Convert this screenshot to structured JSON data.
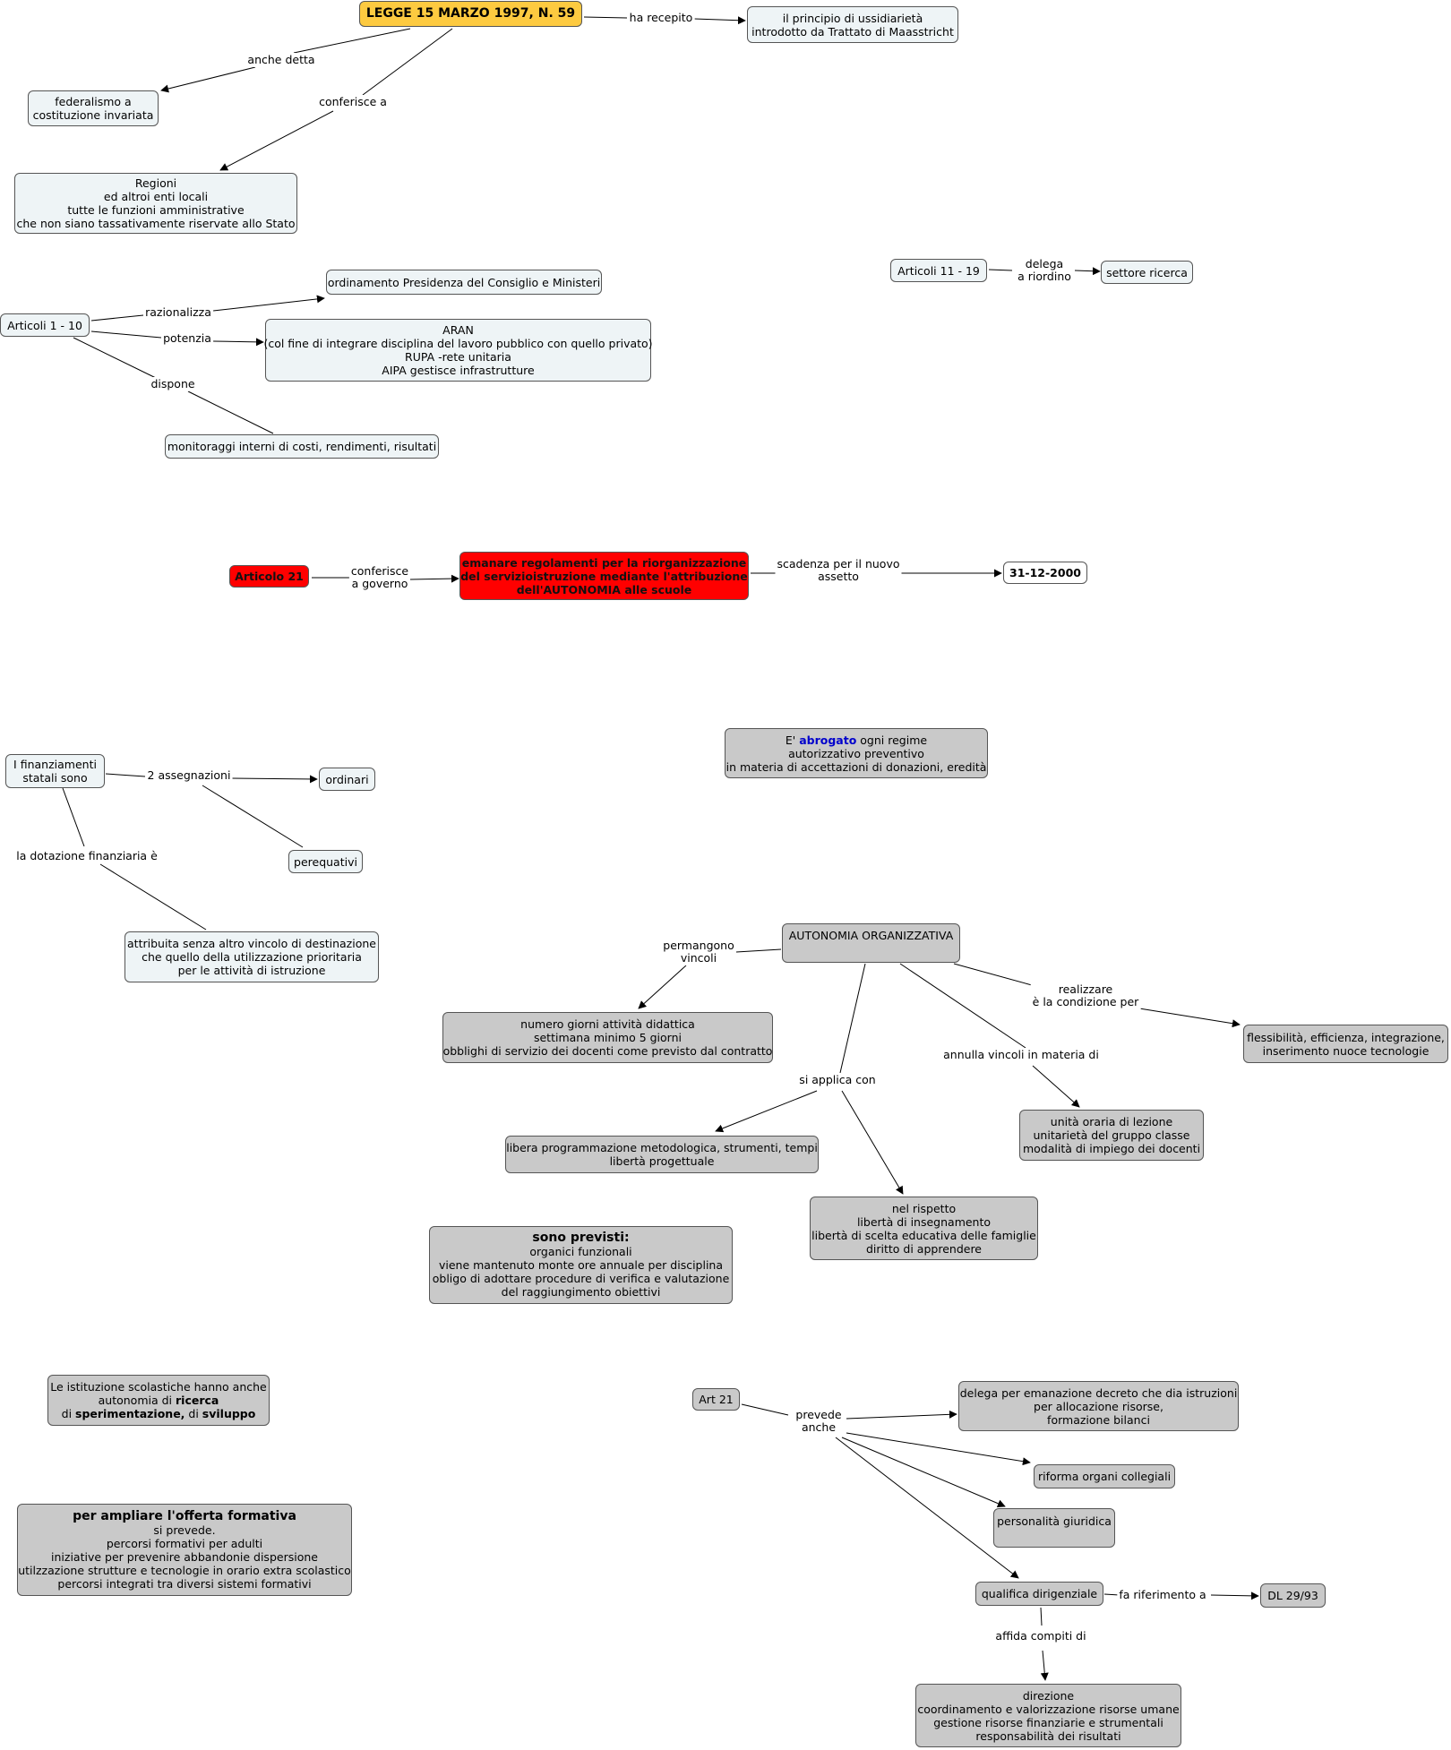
{
  "nodes": {
    "legge": "LEGGE 15 MARZO 1997, N. 59",
    "sussidiarieta": [
      "il principio di ussidiarietà",
      "introdotto da Trattato di Maasstricht"
    ],
    "federalismo": [
      "federalismo a",
      "costituzione invariata"
    ],
    "regioni": [
      "Regioni",
      "ed altroi enti locali",
      "tutte le funzioni amministrative",
      "che non siano tassativamente riservate allo Stato"
    ],
    "articoli_11_19": "Articoli 11 - 19",
    "settore_ricerca": "settore ricerca",
    "ordinamento": "ordinamento Presidenza del Consiglio e Ministeri",
    "articoli_1_10": "Articoli 1 - 10",
    "aran": [
      "ARAN",
      "(col fine di integrare disciplina del lavoro pubblico con quello privato)",
      "RUPA -rete unitaria",
      "AIPA gestisce infrastrutture"
    ],
    "monitoraggi": "monitoraggi interni di costi, rendimenti, risultati",
    "articolo_21": "Articolo 21",
    "emanare": [
      "emanare regolamenti per la riorganizzazione",
      "del servizioistruzione mediante l'attribuzione",
      "dell'AUTONOMIA alle scuole"
    ],
    "data_2000": "31-12-2000",
    "abrogato": {
      "pre": "E' ",
      "word": "abrogato",
      "post": " ogni regime",
      "lines": [
        "autorizzativo preventivo",
        "in materia di accettazioni di donazioni, eredità"
      ]
    },
    "finanziamenti": [
      "I finanziamenti",
      "statali sono"
    ],
    "ordinari": "ordinari",
    "perequativi": "perequativi",
    "attribuita": [
      "attribuita senza altro vincolo di destinazione",
      "che quello della utilizzazione prioritaria",
      "per le attività di istruzione"
    ],
    "autonomia_org": "AUTONOMIA ORGANIZZATIVA",
    "numero_giorni": [
      "numero giorni attività didattica",
      "settimana minimo 5 giorni",
      "obblighi di servizio dei docenti come previsto dal contratto"
    ],
    "flessibilita": [
      "flessibilità, efficienza, integrazione,",
      "inserimento nuoce tecnologie"
    ],
    "unita_oraria": [
      "unità oraria di lezione",
      "unitarietà del gruppo classe",
      "modalità di impiego dei docenti"
    ],
    "libera_prog": [
      "libera programmazione metodologica, strumenti, tempi",
      "libertà progettuale"
    ],
    "nel_rispetto": [
      "nel rispetto",
      "libertà di insegnamento",
      "libertà di scelta educativa delle famiglie",
      "diritto di apprendere"
    ],
    "sono_previsti": {
      "head": "sono previsti:",
      "lines": [
        "organici funzionali",
        "viene mantenuto monte ore annuale per disciplina",
        "obligo di adottare procedure di verifica e valutazione",
        "del raggiungimento obiettivi"
      ]
    },
    "istituzioni": {
      "l1": "Le istituzione scolastiche hanno anche",
      "l2a": "autonomia di ",
      "l2b": "ricerca",
      "l3a": "di ",
      "l3b": "sperimentazione,",
      "l3c": " di ",
      "l3d": "sviluppo"
    },
    "art_21": "Art 21",
    "delega_decreto": [
      "delega per emanazione decreto che dia istruzioni",
      "per allocazione risorse,",
      "formazione bilanci"
    ],
    "riforma": "riforma organi collegiali",
    "personalita": "personalità giuridica",
    "qualifica": "qualifica dirigenziale",
    "dl": "DL 29/93",
    "direzione": [
      "direzione",
      "coordinamento e valorizzazione risorse umane",
      "gestione risorse finanziarie e strumentali",
      "responsabilità dei risultati"
    ],
    "ampliare": {
      "head": "per ampliare l'offerta formativa",
      "lines": [
        "si prevede.",
        "percorsi formativi per adulti",
        "iniziative per prevenire abbandonie dispersione",
        "utilzzazione strutture e tecnologie in orario extra scolastico",
        "percorsi integrati tra diversi sistemi formativi"
      ]
    }
  },
  "links": {
    "ha_recepito": [
      "ha recepito"
    ],
    "anche_detta": [
      "anche detta"
    ],
    "conferisce_a": [
      "conferisce a"
    ],
    "delega_riordino": [
      "delega",
      "a riordino"
    ],
    "razionalizza": [
      "razionalizza"
    ],
    "potenzia": [
      "potenzia"
    ],
    "dispone": [
      "dispone"
    ],
    "conferisce_governo": [
      "conferisce",
      "a governo"
    ],
    "scadenza": [
      "scadenza per il nuovo",
      "assetto"
    ],
    "assegnazioni": [
      "2 assegnazioni"
    ],
    "dotazione": [
      "la dotazione finanziaria è"
    ],
    "permangono": [
      "permangono",
      "vincoli"
    ],
    "realizzare": [
      "realizzare",
      "è la condizione per"
    ],
    "annulla": [
      "annulla vincoli in  materia di"
    ],
    "si_applica": [
      "si applica con"
    ],
    "prevede_anche": [
      "prevede",
      "anche"
    ],
    "fa_riferimento": [
      "fa riferimento a"
    ],
    "affida": [
      "affida compiti di"
    ]
  }
}
